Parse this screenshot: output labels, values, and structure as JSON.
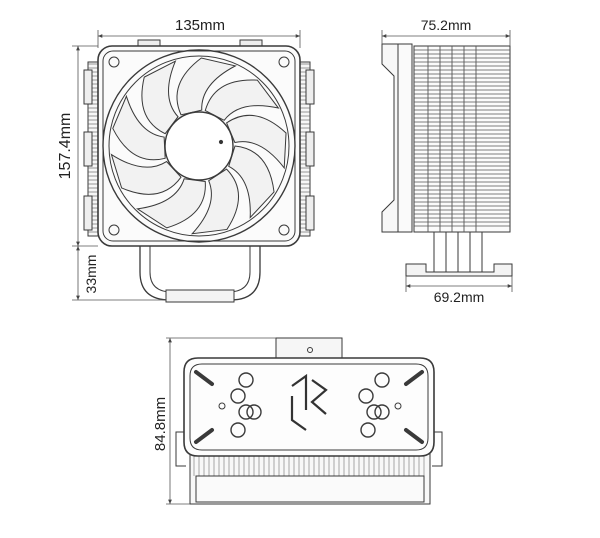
{
  "dimensions": {
    "front_width": "135mm",
    "front_height": "157.4mm",
    "base_height": "33mm",
    "side_width": "75.2mm",
    "base_width": "69.2mm",
    "top_height": "84.8mm"
  },
  "colors": {
    "line": "#3a3a3a",
    "dim": "#555555",
    "text": "#222222"
  }
}
